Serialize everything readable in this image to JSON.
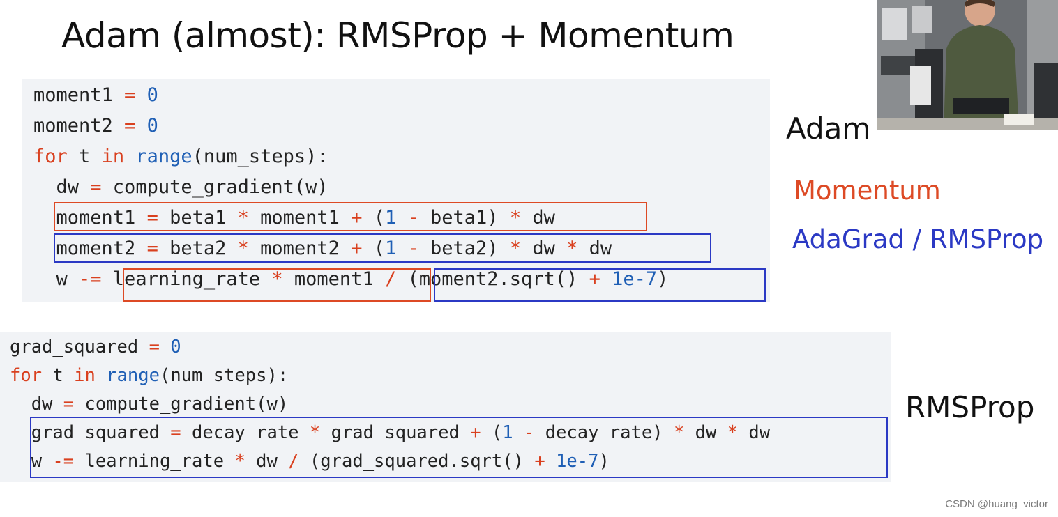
{
  "slide": {
    "title_bold": "Adam",
    "title_rest": " (almost): RMSProp + Momentum"
  },
  "adam_code": {
    "l1": {
      "a": "moment1 ",
      "op": "=",
      "num": " 0"
    },
    "l2": {
      "a": "moment2 ",
      "op": "=",
      "num": " 0"
    },
    "l3": {
      "kw1": "for",
      "a": " t ",
      "kw2": "in",
      "sp": " ",
      "fn": "range",
      "b": "(num_steps):"
    },
    "l4": {
      "a": "  dw ",
      "op": "=",
      "b": " compute_gradient(w)"
    },
    "l5": {
      "a": "  moment1 ",
      "op1": "=",
      "b": " beta1 ",
      "op2": "*",
      "c": " moment1 ",
      "op3": "+",
      "d": " (",
      "num": "1",
      "e": " ",
      "op4": "-",
      "f": " beta1) ",
      "op5": "*",
      "g": " dw"
    },
    "l6": {
      "a": "  moment2 ",
      "op1": "=",
      "b": " beta2 ",
      "op2": "*",
      "c": " moment2 ",
      "op3": "+",
      "d": " (",
      "num": "1",
      "e": " ",
      "op4": "-",
      "f": " beta2) ",
      "op5": "*",
      "g": " dw ",
      "op6": "*",
      "h": " dw"
    },
    "l7": {
      "a": "  w ",
      "op1": "-=",
      "b": " learning_rate ",
      "op2": "*",
      "c": " moment1 ",
      "op3": "/",
      "d": " (moment2.sqrt() ",
      "op4": "+",
      "e": " ",
      "num": "1e-7",
      "f": ")"
    }
  },
  "rms_code": {
    "l1": {
      "a": "grad_squared ",
      "op": "=",
      "num": " 0"
    },
    "l2": {
      "kw1": "for",
      "a": " t ",
      "kw2": "in",
      "sp": " ",
      "fn": "range",
      "b": "(num_steps):"
    },
    "l3": {
      "a": "  dw ",
      "op": "=",
      "b": " compute_gradient(w)"
    },
    "l4": {
      "a": "  grad_squared ",
      "op1": "=",
      "b": " decay_rate ",
      "op2": "*",
      "c": " grad_squared ",
      "op3": "+",
      "d": " (",
      "num": "1",
      "e": " ",
      "op4": "-",
      "f": " decay_rate) ",
      "op5": "*",
      "g": " dw ",
      "op6": "*",
      "h": " dw"
    },
    "l5": {
      "a": "  w ",
      "op1": "-=",
      "b": " learning_rate ",
      "op2": "*",
      "c": " dw ",
      "op3": "/",
      "d": " (grad_squared.sqrt() ",
      "op4": "+",
      "e": " ",
      "num": "1e-7",
      "f": ")"
    }
  },
  "labels": {
    "adam": "Adam",
    "momentum": "Momentum",
    "adagrad_rmsprop": "AdaGrad / RMSProp",
    "rmsprop": "RMSProp"
  },
  "colors": {
    "momentum": "#dd4a25",
    "rmsprop": "#2b39c4"
  },
  "watermark": "CSDN @huang_victor"
}
